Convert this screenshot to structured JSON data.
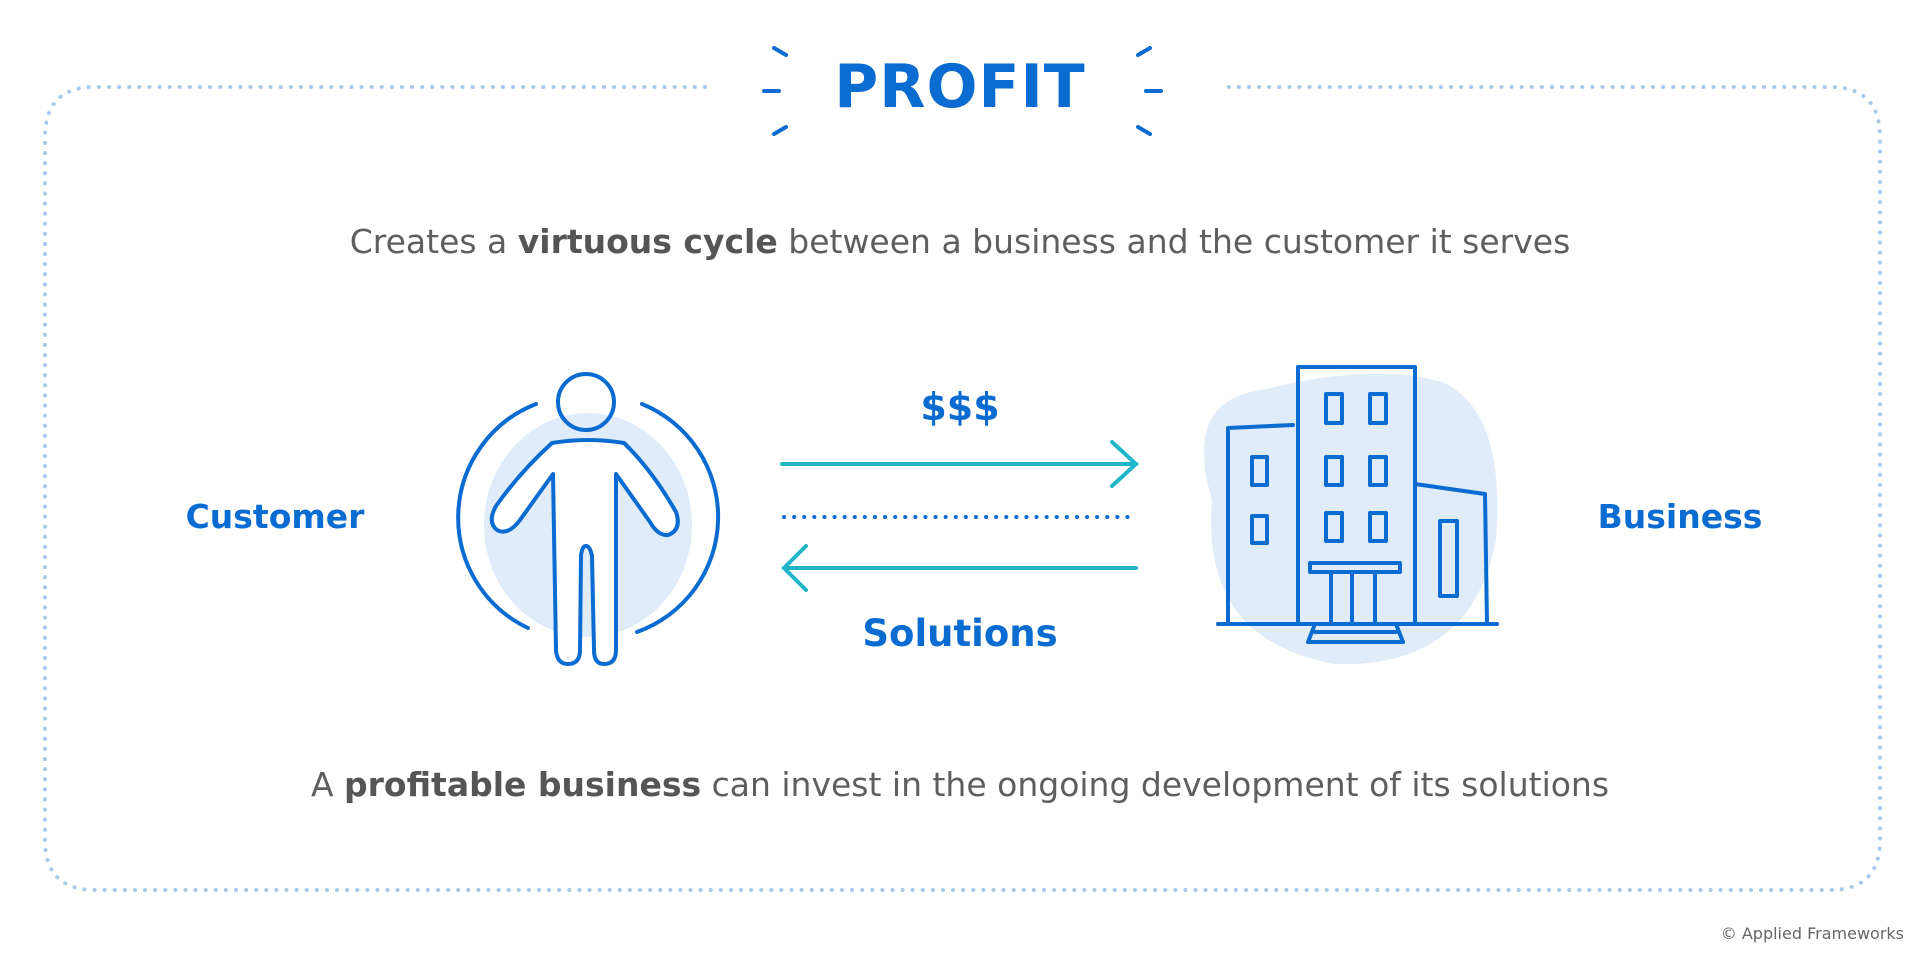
{
  "title": "PROFIT",
  "intro": {
    "pre": "Creates a ",
    "emphasis": "virtuous cycle",
    "post": " between a business and the customer it serves"
  },
  "customer_label": "Customer",
  "business_label": "Business",
  "money_label": "$$$",
  "solutions_label": "Solutions",
  "conclusion": {
    "pre": "A ",
    "emphasis": "profitable business",
    "post": " can invest in the ongoing development of its solutions"
  },
  "copyright": "© Applied Frameworks",
  "colors": {
    "primary_blue": "#0a6bd0",
    "teal_arrow": "#1fb6c8",
    "light_fill": "#e1ecfa",
    "dotted_border": "#a9c9ea",
    "body_text": "#5e5e5e"
  },
  "icons": {
    "customer": "person-icon",
    "business": "building-icon"
  }
}
